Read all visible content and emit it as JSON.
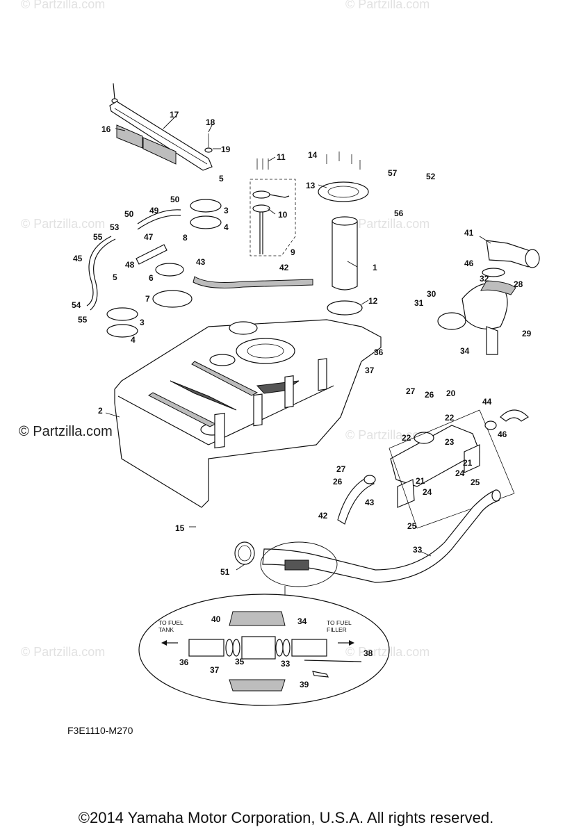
{
  "watermark": "© Partzilla.com",
  "watermark_main": "© Partzilla.com",
  "diagram_code": "F3E1110-M270",
  "copyright": "©2014  Yamaha Motor Corporation, U.S.A. All rights reserved.",
  "inset_labels": {
    "to_fuel_tank": "TO FUEL TANK",
    "to_fuel_filler": "TO FUEL FILLER"
  },
  "callouts": [
    "1",
    "2",
    "3",
    "4",
    "5",
    "6",
    "7",
    "8",
    "9",
    "10",
    "11",
    "12",
    "13",
    "14",
    "15",
    "16",
    "17",
    "18",
    "19",
    "20",
    "21",
    "22",
    "23",
    "24",
    "25",
    "26",
    "27",
    "28",
    "29",
    "30",
    "31",
    "32",
    "33",
    "34",
    "35",
    "36",
    "37",
    "38",
    "39",
    "40",
    "41",
    "42",
    "43",
    "44",
    "45",
    "46",
    "47",
    "48",
    "49",
    "50",
    "51",
    "52",
    "53",
    "54",
    "55",
    "56",
    "57"
  ]
}
